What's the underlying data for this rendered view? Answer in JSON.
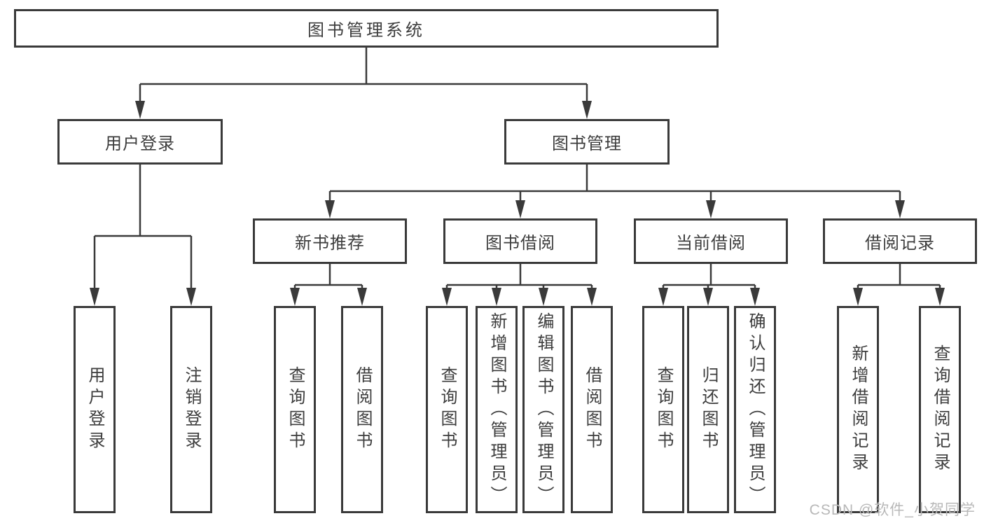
{
  "diagram": {
    "root": {
      "label": "图书管理系统"
    },
    "level2": {
      "user_login": {
        "label": "用户登录"
      },
      "book_management": {
        "label": "图书管理"
      }
    },
    "level3": {
      "new_book_recommend": {
        "label": "新书推荐"
      },
      "book_borrow": {
        "label": "图书借阅"
      },
      "current_borrow": {
        "label": "当前借阅"
      },
      "borrow_record": {
        "label": "借阅记录"
      }
    },
    "leaves": {
      "user_login": [
        "用户登录",
        "注销登录"
      ],
      "new_book_recommend": [
        "查询图书",
        "借阅图书"
      ],
      "book_borrow": [
        "查询图书",
        "新增图书（管理员）",
        "编辑图书（管理员）",
        "借阅图书"
      ],
      "current_borrow": [
        "查询图书",
        "归还图书",
        "确认归还（管理员）"
      ],
      "borrow_record": [
        "新增借阅记录",
        "查询借阅记录"
      ]
    }
  },
  "watermark": {
    "text": "CSDN @软件_小贺同学"
  },
  "colors": {
    "line": "#3a3a3a",
    "text": "#3d3d3d",
    "watermark": "#b8b8b8",
    "background": "#ffffff"
  }
}
